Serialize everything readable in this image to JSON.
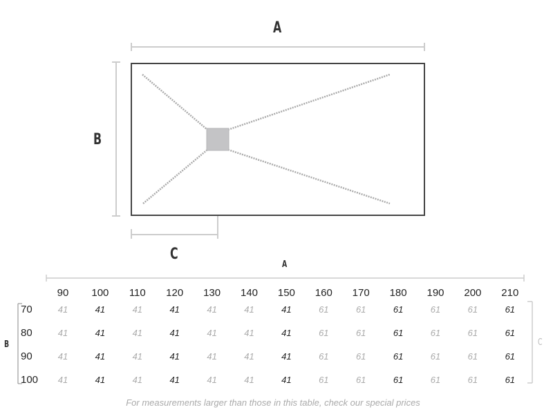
{
  "diagram": {
    "label_a": "A",
    "label_b": "B",
    "label_c": "C"
  },
  "table": {
    "axis_a": "A",
    "axis_b": "B",
    "axis_c": "C",
    "columns": [
      "90",
      "100",
      "110",
      "120",
      "130",
      "140",
      "150",
      "160",
      "170",
      "180",
      "190",
      "200",
      "210"
    ],
    "rows": [
      {
        "label": "70",
        "values": [
          "41",
          "41",
          "41",
          "41",
          "41",
          "41",
          "41",
          "61",
          "61",
          "61",
          "61",
          "61",
          "61"
        ]
      },
      {
        "label": "80",
        "values": [
          "41",
          "41",
          "41",
          "41",
          "41",
          "41",
          "41",
          "61",
          "61",
          "61",
          "61",
          "61",
          "61"
        ]
      },
      {
        "label": "90",
        "values": [
          "41",
          "41",
          "41",
          "41",
          "41",
          "41",
          "41",
          "61",
          "61",
          "61",
          "61",
          "61",
          "61"
        ]
      },
      {
        "label": "100",
        "values": [
          "41",
          "41",
          "41",
          "41",
          "41",
          "41",
          "41",
          "61",
          "61",
          "61",
          "61",
          "61",
          "61"
        ]
      }
    ],
    "emphasized_columns": [
      "100",
      "120",
      "150",
      "180",
      "210"
    ]
  },
  "footnote": "For measurements larger than those in this table, check our special prices",
  "colors": {
    "frame": "#444444",
    "dimension_line": "#cccccc",
    "drain": "#c4c4c6",
    "channel": "#aaaaaa",
    "value_dark": "#222222",
    "value_light": "#aaaaaa"
  }
}
